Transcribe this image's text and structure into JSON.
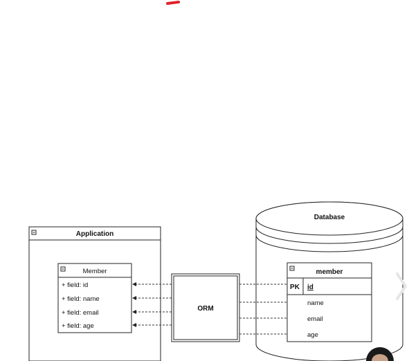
{
  "colors": {
    "accent_mark": "#e0202a",
    "stroke": "#222222",
    "background": "#ffffff"
  },
  "application": {
    "title": "Application",
    "class": {
      "title": "Member",
      "fields": [
        "+ field: id",
        "+ field: name",
        "+ field: email",
        "+ field: age"
      ]
    }
  },
  "orm": {
    "label": "ORM"
  },
  "database": {
    "title": "Database",
    "table": {
      "title": "member",
      "pk_label": "PK",
      "pk_field": "id",
      "columns": [
        "name",
        "email",
        "age"
      ]
    }
  }
}
